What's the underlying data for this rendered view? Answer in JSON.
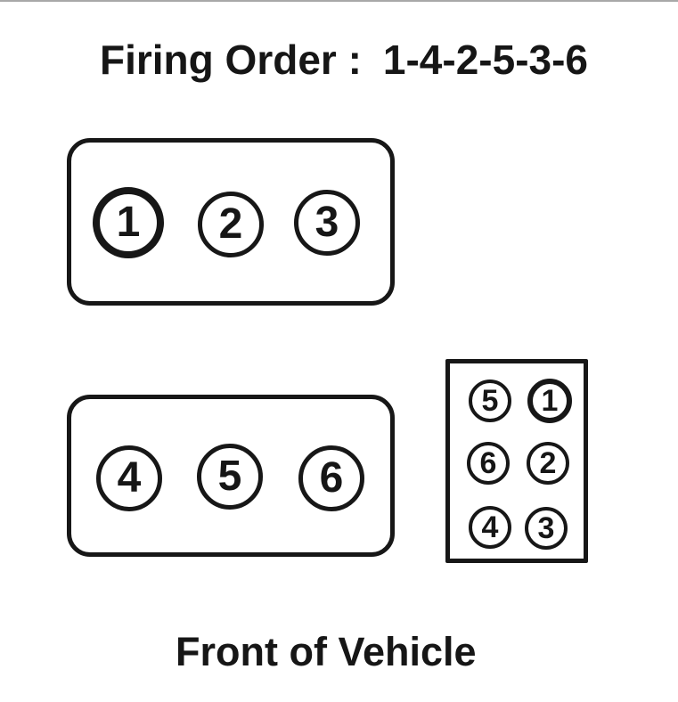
{
  "title": {
    "label": "Firing Order :",
    "sequence": "1-4-2-5-3-6"
  },
  "front_label": "Front of Vehicle",
  "banks": [
    {
      "cylinders": [
        {
          "number": "1",
          "emphasized": true
        },
        {
          "number": "2",
          "emphasized": false
        },
        {
          "number": "3",
          "emphasized": false
        }
      ]
    },
    {
      "cylinders": [
        {
          "number": "4",
          "emphasized": false
        },
        {
          "number": "5",
          "emphasized": false
        },
        {
          "number": "6",
          "emphasized": false
        }
      ]
    }
  ],
  "coil_pack": {
    "rows": [
      {
        "left": "5",
        "right": "1"
      },
      {
        "left": "6",
        "right": "2"
      },
      {
        "left": "4",
        "right": "3"
      }
    ],
    "emphasized_terminal": "1"
  },
  "colors": {
    "ink": "#171717",
    "background": "#ffffff",
    "scan_line": "#a8a8a8"
  }
}
